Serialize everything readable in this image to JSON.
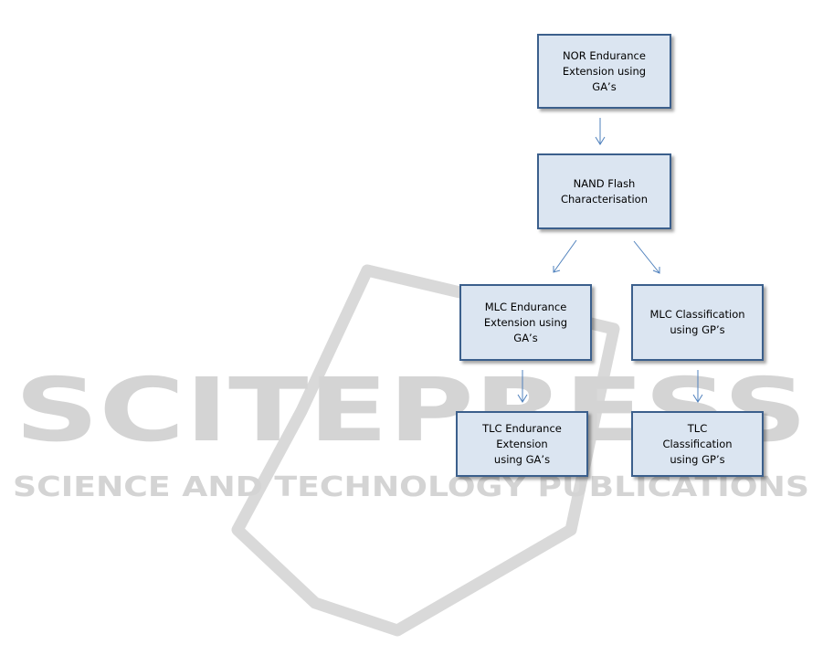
{
  "diagram": {
    "nodes": [
      {
        "id": "nor",
        "label": "NOR Endurance\nExtension using\nGA’s"
      },
      {
        "id": "nand",
        "label": "NAND Flash\nCharacterisation"
      },
      {
        "id": "mlc_end",
        "label": "MLC Endurance\nExtension using\nGA’s"
      },
      {
        "id": "mlc_cls",
        "label": "MLC Classification\nusing GP’s"
      },
      {
        "id": "tlc_end",
        "label": "TLC Endurance\nExtension\nusing GA’s"
      },
      {
        "id": "tlc_cls",
        "label": "TLC\nClassification\nusing GP’s"
      }
    ],
    "edges": [
      {
        "from": "nor",
        "to": "nand"
      },
      {
        "from": "nand",
        "to": "mlc_end"
      },
      {
        "from": "nand",
        "to": "mlc_cls"
      },
      {
        "from": "mlc_end",
        "to": "tlc_end"
      },
      {
        "from": "mlc_cls",
        "to": "tlc_cls"
      }
    ]
  },
  "watermark": {
    "brand": "SCITEPRESS",
    "tagline": "SCIENCE AND TECHNOLOGY PUBLICATIONS"
  },
  "colors": {
    "node_fill": "#dbe5f1",
    "node_border": "#3b5f8c",
    "arrow": "#4f81bd",
    "watermark": "#d4d4d4"
  }
}
